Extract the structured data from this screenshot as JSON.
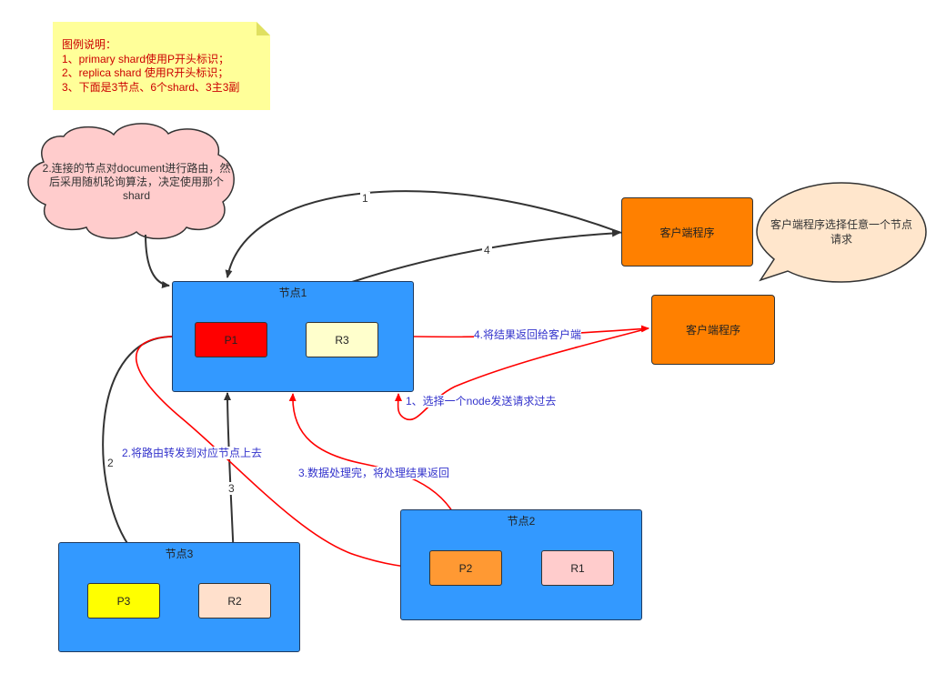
{
  "legend": {
    "title": "图例说明：",
    "lines": [
      "1、primary shard使用P开头标识；",
      "2、replica shard 使用R开头标识；",
      "3、下面是3节点、6个shard、3主3副"
    ]
  },
  "cloud_text": "2.连接的节点对document进行路由，然后采用随机轮询算法，决定使用那个shard",
  "bubble_text": "客户端程序选择任意一个节点请求",
  "nodes": {
    "node1": {
      "title": "节点1",
      "shards": [
        "P1",
        "R3"
      ]
    },
    "node2": {
      "title": "节点2",
      "shards": [
        "P2",
        "R1"
      ]
    },
    "node3": {
      "title": "节点3",
      "shards": [
        "P3",
        "R2"
      ]
    }
  },
  "clients": {
    "top": "客户端程序",
    "bottom": "客户端程序"
  },
  "edge_labels": {
    "e1_dark": "1",
    "e4_dark": "4",
    "e2_dark": "2",
    "e3_dark": "3",
    "red_return": "4.将结果返回给客户端",
    "red_select": "1、选择一个node发送请求过去",
    "red_forward": "2.将路由转发到对应节点上去",
    "red_process": "3.数据处理完，将处理结果返回"
  },
  "colors": {
    "node_blue": "#3399ff",
    "client_orange": "#ff8000",
    "primary_red": "#ff0000",
    "primary_yellow": "#ffff00",
    "primary_orange": "#ff9933",
    "replica_cream": "#ffffcc",
    "replica_peach": "#ffe0cc",
    "replica_pink": "#ffcccc",
    "legend_bg": "#ffff99",
    "red_text": "#cc0000",
    "blue_text": "#3333cc"
  }
}
